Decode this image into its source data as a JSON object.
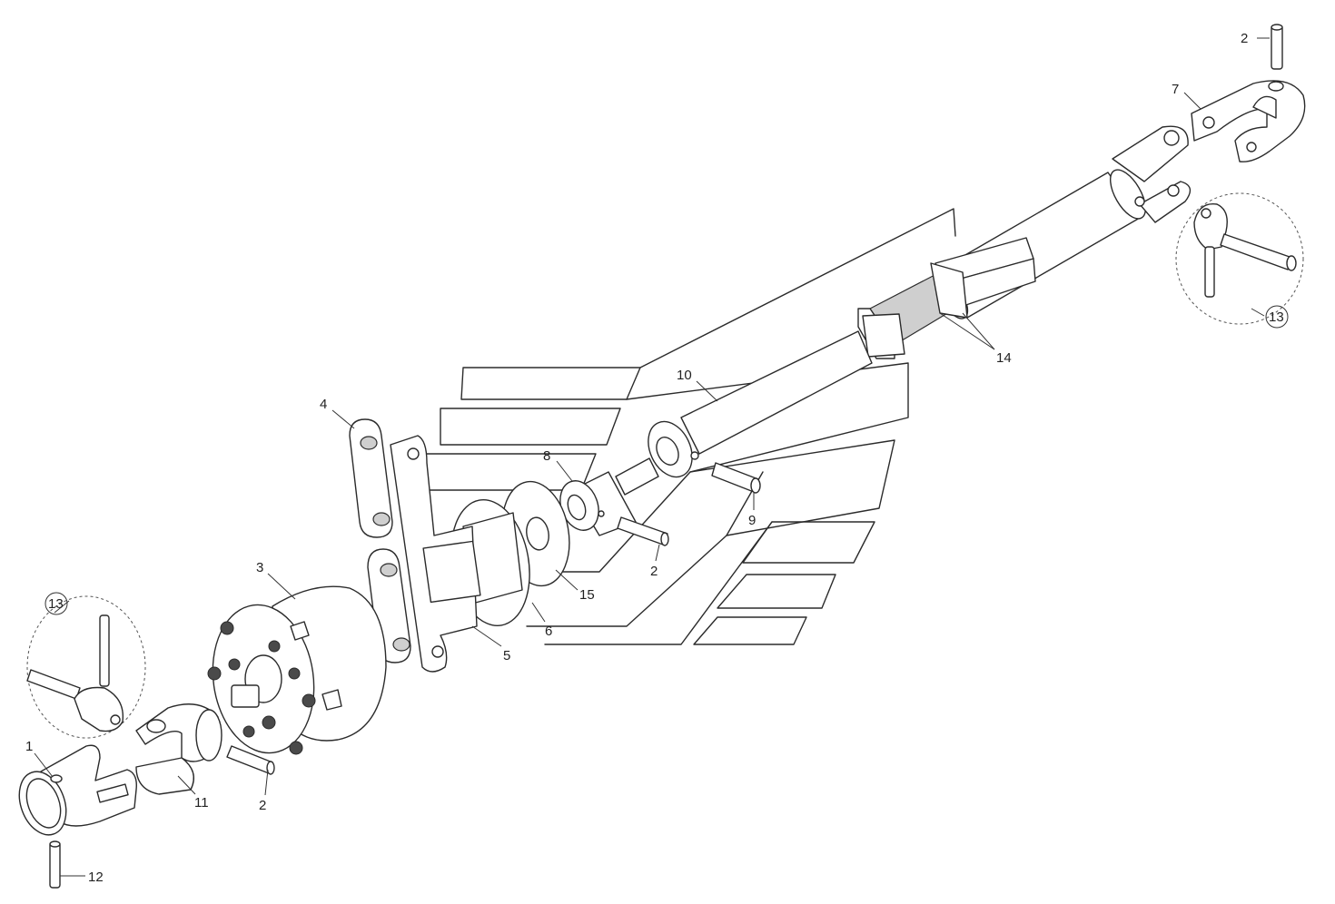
{
  "labels": [
    {
      "id": "1",
      "text": "1"
    },
    {
      "id": "2a",
      "text": "2"
    },
    {
      "id": "2b",
      "text": "2"
    },
    {
      "id": "2c",
      "text": "2"
    },
    {
      "id": "3",
      "text": "3"
    },
    {
      "id": "4",
      "text": "4"
    },
    {
      "id": "5",
      "text": "5"
    },
    {
      "id": "6",
      "text": "6"
    },
    {
      "id": "7",
      "text": "7"
    },
    {
      "id": "8",
      "text": "8"
    },
    {
      "id": "9",
      "text": "9"
    },
    {
      "id": "10",
      "text": "10"
    },
    {
      "id": "11",
      "text": "11"
    },
    {
      "id": "12",
      "text": "12"
    },
    {
      "id": "13a",
      "text": "13"
    },
    {
      "id": "13b",
      "text": "13"
    },
    {
      "id": "14",
      "text": "14"
    },
    {
      "id": "15",
      "text": "15"
    }
  ]
}
